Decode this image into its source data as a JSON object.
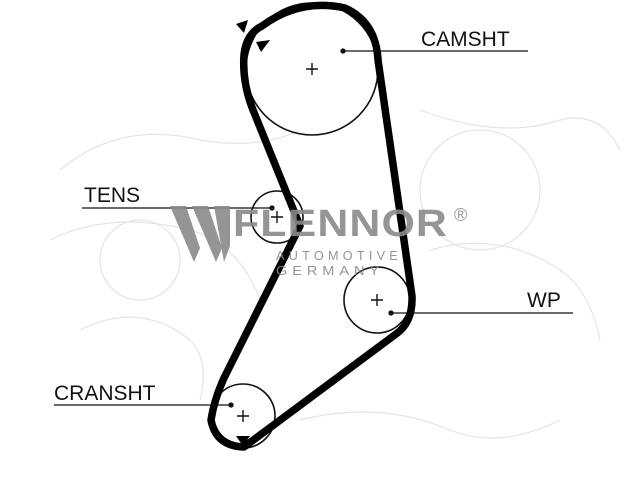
{
  "labels": {
    "camshaft": "CAMSHT",
    "tensioner": "TENS",
    "water_pump": "WP",
    "crankshaft": "CRANSHT"
  },
  "watermark": {
    "brand": "FLENNOR",
    "registered_mark": "®",
    "line1": "AUTOMOTIVE",
    "line2": "GERMANY"
  },
  "colors": {
    "belt": "#000000",
    "pulley": "#111111",
    "watermark": "#8a8a8a",
    "background": "#ffffff"
  }
}
